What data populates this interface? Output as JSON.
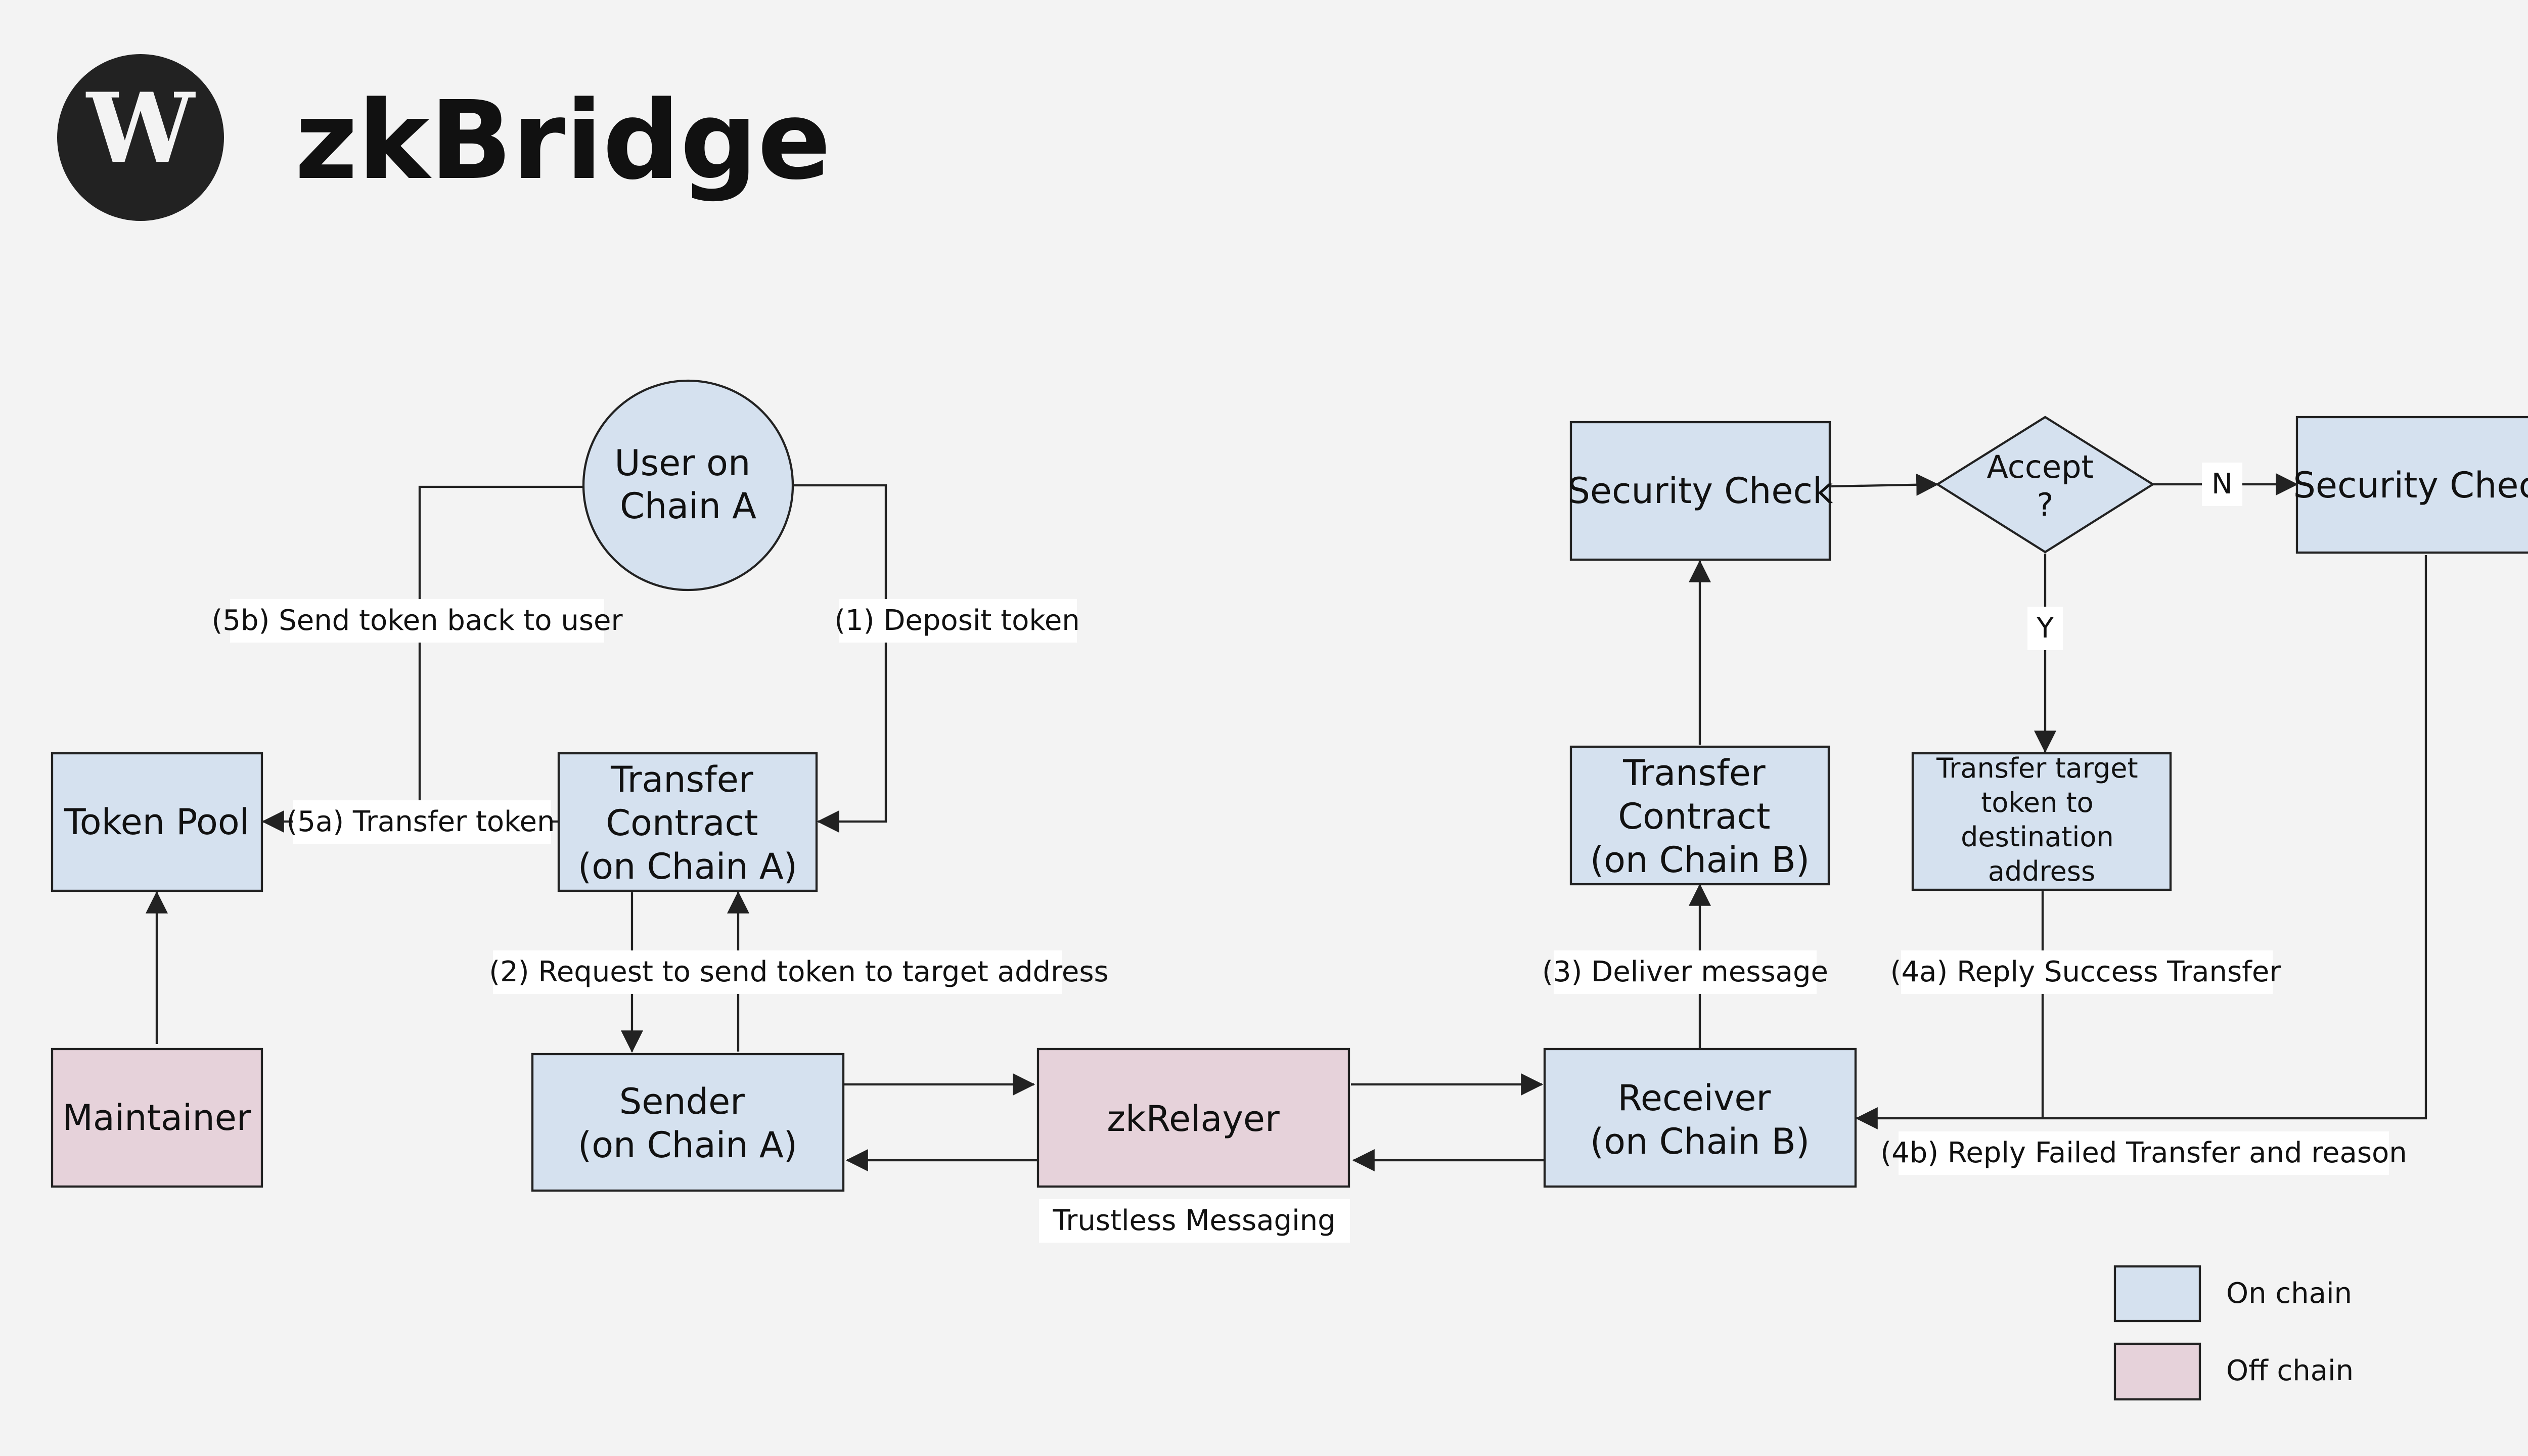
{
  "header": {
    "title": "zkBridge",
    "logo_letter": "W"
  },
  "colors": {
    "on_chain": "#d5e1ef",
    "off_chain": "#e6d2da",
    "background": "#f3f3f3",
    "logo": "#222222"
  },
  "nodes": {
    "user": [
      "User on",
      "Chain A"
    ],
    "token_pool": [
      "Token Pool"
    ],
    "transfer_a": [
      "Transfer",
      "Contract",
      "(on Chain A)"
    ],
    "maintainer": [
      "Maintainer"
    ],
    "sender": [
      "Sender",
      "(on Chain A)"
    ],
    "relayer": [
      "zkRelayer"
    ],
    "receiver": [
      "Receiver",
      "(on Chain B)"
    ],
    "transfer_b": [
      "Transfer",
      "Contract",
      "(on Chain B)"
    ],
    "security_left": [
      "Security Check"
    ],
    "accept": [
      "Accept",
      "?"
    ],
    "security_right": [
      "Security Check"
    ],
    "transfer_target": [
      "Transfer target",
      "token to",
      "destination",
      "address"
    ]
  },
  "labels": {
    "send_back": "(5b) Send token back to user",
    "deposit": "(1) Deposit token",
    "transfer_token": "(5a) Transfer token",
    "request_send": "(2) Request to send token to target address",
    "deliver": "(3) Deliver message",
    "reply_success": "(4a) Reply Success Transfer",
    "reply_failed": "(4b) Reply Failed Transfer and reason",
    "trustless": "Trustless Messaging",
    "yes": "Y",
    "no": "N"
  },
  "legend": {
    "on_chain": "On chain",
    "off_chain": "Off chain"
  }
}
